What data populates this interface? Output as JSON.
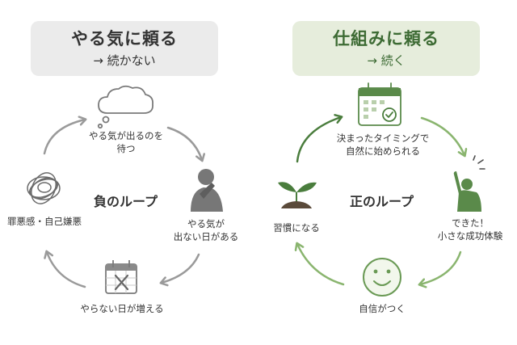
{
  "left": {
    "title": "やる気に頼る",
    "subtitle": "→ 続かない",
    "center": "負のループ",
    "nodes": {
      "top": [
        "やる気が出るのを",
        "待つ"
      ],
      "right": [
        "やる気が",
        "出ない日がある"
      ],
      "bottom": "やらない日が増える",
      "left": "罪悪感・自己嫌悪"
    },
    "icons": {
      "top": "thought-cloud-icon",
      "right": "dejected-person-icon",
      "bottom": "calendar-cross-icon",
      "left": "tangled-scribble-icon"
    },
    "colors": {
      "arrow": "#9a9a9a",
      "icon": "#7a7a7a",
      "header_bg": "#ebebeb"
    }
  },
  "right": {
    "title": "仕組みに頼る",
    "subtitle": "→ 続く",
    "center": "正のループ",
    "nodes": {
      "top": [
        "決まったタイミングで",
        "自然に始められる"
      ],
      "right": [
        "できた！",
        "小さな成功体験"
      ],
      "bottom": "自信がつく",
      "left": "習慣になる"
    },
    "icons": {
      "top": "calendar-check-icon",
      "right": "raised-hand-person-icon",
      "bottom": "smiley-face-icon",
      "left": "sprout-icon"
    },
    "colors": {
      "arrow": "#8ab56f",
      "arrow_dark": "#4a7d3d",
      "icon": "#5a8a4a",
      "header_bg": "#e6eddc"
    }
  }
}
